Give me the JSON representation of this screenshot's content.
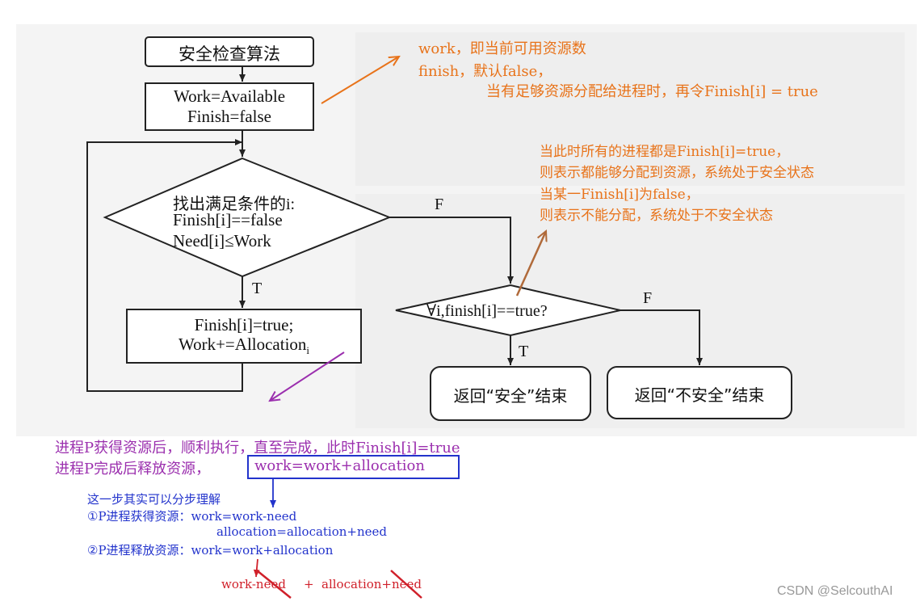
{
  "flowchart": {
    "start_label": "安全检查算法",
    "init_line1": "Work=Available",
    "init_line2": "Finish=false",
    "decision1_line1": "找出满足条件的i:",
    "decision1_line2": "Finish[i]==false",
    "decision1_line3": "Need[i]≤Work",
    "branch_f1": "F",
    "branch_t1": "T",
    "update_line1": "Finish[i]=true;",
    "update_line2": "Work+=Allocation",
    "update_subscript": "i",
    "decision2_label": "∀i,finish[i]==true?",
    "branch_f2": "F",
    "branch_t2": "T",
    "end_safe": "返回“安全”结束",
    "end_unsafe": "返回“不安全”结束"
  },
  "annotations": {
    "orange_top": {
      "line1": "work，即当前可用资源数",
      "line2": "finish，默认false，",
      "line3": "当有足够资源分配给进程时，再令Finish[i] = true"
    },
    "orange_right": {
      "line1": "当此时所有的进程都是Finish[i]=true，",
      "line2": "则表示都能够分配到资源，系统处于安全状态",
      "line3": "当某一Finish[i]为false，",
      "line4": "则表示不能分配，系统处于不安全状态"
    },
    "purple": {
      "line1": "进程P获得资源后，顺利执行，直至完成，此时Finish[i]=true",
      "line2_prefix": "进程P完成后释放资源，",
      "line2_boxed": "work=work+allocation"
    },
    "blue": {
      "line1": "这一步其实可以分步理解",
      "line2": "①P进程获得资源：work=work-need",
      "line3": "allocation=allocation+need",
      "line4": "②P进程释放资源：work=work+allocation"
    },
    "red": {
      "part1": "work-need",
      "plus": "+",
      "part2": "allocation+need"
    }
  },
  "watermark": "CSDN @SelcouthAI",
  "colors": {
    "orange": "#e8731a",
    "purple": "#9b2fae",
    "blue": "#2233cc",
    "red": "#d0202a",
    "line": "#222222",
    "arrow_brown": "#b06a3a"
  }
}
